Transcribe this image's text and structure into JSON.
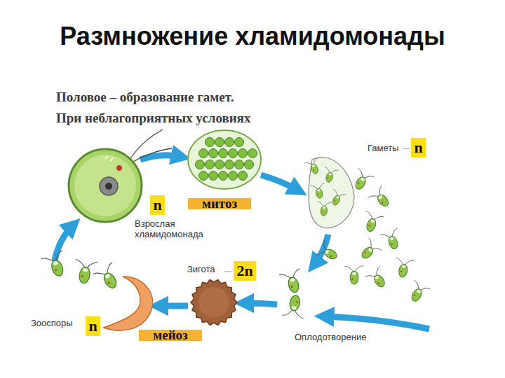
{
  "diagram": {
    "title": "Размножение хламидомонады",
    "nodes": [
      {
        "text": [
          "n"
        ]
      },
      {
        "text": [
          "n"
        ]
      },
      {
        "text": [
          "митоз"
        ]
      },
      {
        "text": [
          "2n"
        ]
      },
      {
        "text": [
          "n"
        ]
      },
      {
        "text": [
          "мейоз"
        ]
      }
    ],
    "labels": [
      "Половое – образование гамет.",
      "При неблагоприятных условиях",
      "Гаметы",
      "Взрослая хламидомонада",
      "Зигота",
      "Оплодотворение",
      "Зооспоры"
    ]
  }
}
